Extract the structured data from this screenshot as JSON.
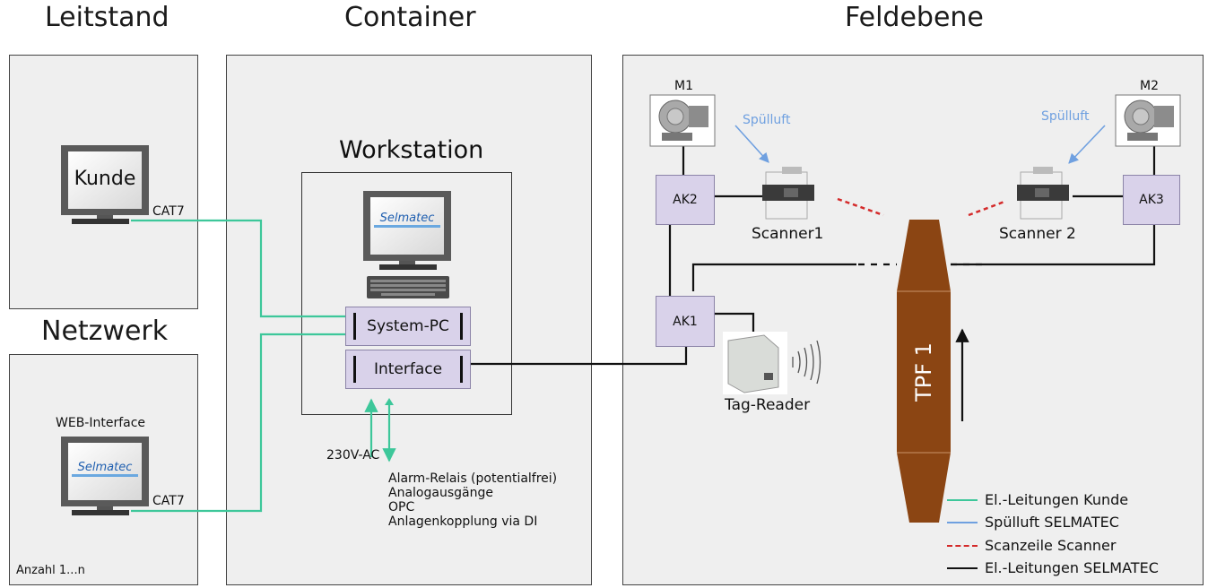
{
  "sections": {
    "leitstand": "Leitstand",
    "container": "Container",
    "feldebene": "Feldebene",
    "netzwerk": "Netzwerk"
  },
  "leitstand": {
    "monitor_label": "Kunde",
    "cable_label": "CAT7"
  },
  "netzwerk": {
    "web_label": "WEB-Interface",
    "screen_logo": "Selmatec",
    "cable_label": "CAT7",
    "count_label": "Anzahl 1...n"
  },
  "workstation": {
    "title": "Workstation",
    "screen_logo": "Selmatec",
    "system_pc": "System-PC",
    "interface": "Interface"
  },
  "io": {
    "power": "230V-AC",
    "outputs": [
      "Alarm-Relais (potentialfrei)",
      "Analogausgänge",
      "OPC",
      "Anlagenkopplung via DI"
    ]
  },
  "field": {
    "m1": "M1",
    "m2": "M2",
    "air_left": "Spülluft",
    "air_right": "Spülluft",
    "ak1": "AK1",
    "ak2": "AK2",
    "ak3": "AK3",
    "scanner1": "Scanner1",
    "scanner2": "Scanner 2",
    "tag_reader": "Tag-Reader",
    "tpf": "TPF 1"
  },
  "legend": [
    {
      "label": "El.-Leitungen Kunde",
      "color": "#3dc79a",
      "style": "solid"
    },
    {
      "label": "Spülluft SELMATEC",
      "color": "#6fa0e0",
      "style": "solid"
    },
    {
      "label": "Scanzeile Scanner",
      "color": "#d42a2a",
      "style": "dashed"
    },
    {
      "label": "El.-Leitungen SELMATEC",
      "color": "#111111",
      "style": "solid"
    }
  ],
  "colors": {
    "customer_line": "#3dc79a",
    "air_line": "#6fa0e0",
    "scan_line": "#d42a2a",
    "selmatec_line": "#111111",
    "node_fill": "#d9d2ea",
    "tpf_fill": "#8b4513"
  }
}
